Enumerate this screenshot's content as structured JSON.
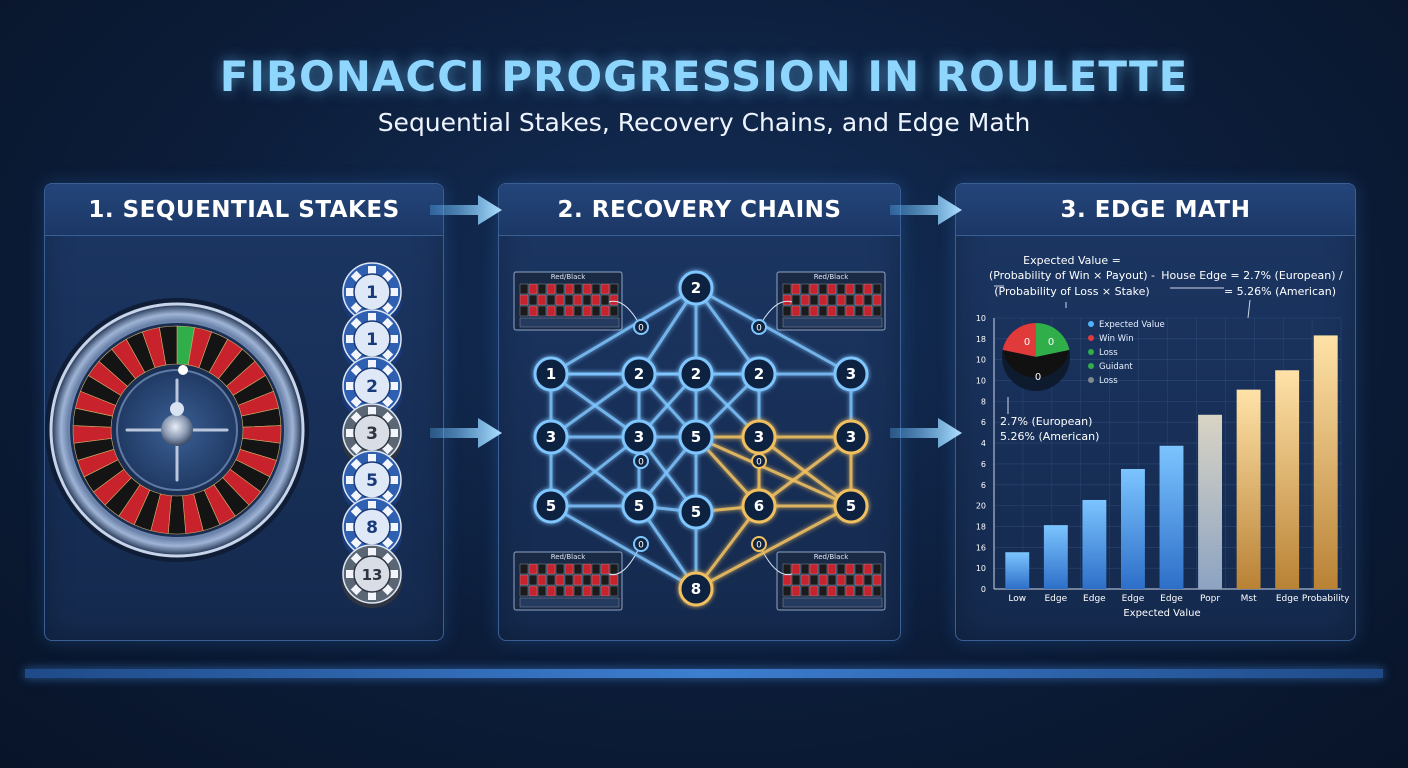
{
  "header": {
    "title": "FIBONACCI PROGRESSION IN ROULETTE",
    "subtitle": "Sequential Stakes, Recovery Chains, and Edge Math"
  },
  "panels": {
    "p1": {
      "title": "1. SEQUENTIAL STAKES",
      "chips": [
        "1",
        "1",
        "2",
        "3",
        "5",
        "8",
        "13"
      ]
    },
    "p2": {
      "title": "2. RECOVERY CHAINS",
      "mini_board_label": "Red/Black",
      "nodes": [
        "2",
        "1",
        "2",
        "2",
        "2",
        "3",
        "3",
        "3",
        "5",
        "3",
        "3",
        "5",
        "5",
        "5",
        "6",
        "5",
        "8"
      ],
      "small_nodes": [
        "0",
        "0",
        "0",
        "0",
        "0",
        "0"
      ]
    },
    "p3": {
      "title": "3. EDGE MATH",
      "ev_formula_line1": "Expected Value =",
      "ev_formula_line2": "(Probability of Win × Payout) -",
      "ev_formula_line3": "(Probability of Loss × Stake)",
      "house_edge_line1": "House Edge = 2.7% (European) /",
      "house_edge_line2": "= 5.26% (American)",
      "edge_note_line1": "2.7% (European)",
      "edge_note_line2": "5.26% (American)",
      "pie_labels": [
        "0",
        "0",
        "0"
      ],
      "legend": [
        "Expected Value",
        "Win Win",
        "Loss",
        "Guidant",
        "Loss"
      ],
      "legend_colors": [
        "#4fb3ff",
        "#e03a3a",
        "#2fae4a",
        "#2fae4a",
        "#808890"
      ]
    }
  },
  "chart_data": {
    "type": "bar",
    "categories": [
      "Low",
      "Edge",
      "Edge",
      "Edge",
      "Edge",
      "Popr",
      "Mst",
      "Edge",
      "Probability"
    ],
    "values": [
      1.9,
      3.3,
      4.6,
      6.2,
      7.4,
      9.0,
      10.3,
      11.3,
      13.1
    ],
    "ylim": [
      0,
      14
    ],
    "ytick_labels": [
      "0",
      "10",
      "16",
      "18",
      "20",
      "6",
      "6",
      "4",
      "6",
      "8",
      "10",
      "10",
      "18",
      "10"
    ],
    "xlabel": "Expected Value",
    "ylabel": "",
    "grid": true,
    "bar_colors": [
      "#3f8fe6",
      "#4a9ae8",
      "#58a6ea",
      "#6ab2ec",
      "#86c0ea",
      "#c7b58a",
      "#d9ac6a",
      "#e2b266",
      "#f0c27a"
    ]
  }
}
